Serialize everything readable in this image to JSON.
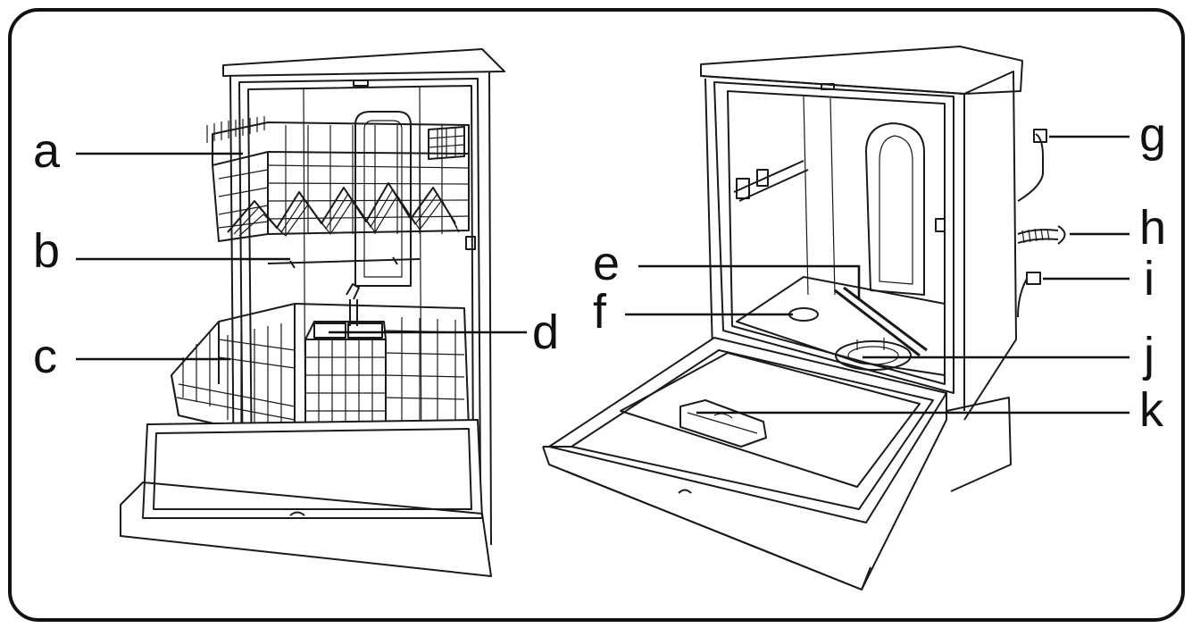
{
  "labels": {
    "a": "a",
    "b": "b",
    "c": "c",
    "d": "d",
    "e": "e",
    "f": "f",
    "g": "g",
    "h": "h",
    "i": "i",
    "j": "j",
    "k": "k"
  },
  "colors": {
    "ink": "#111111",
    "background": "#ffffff"
  }
}
